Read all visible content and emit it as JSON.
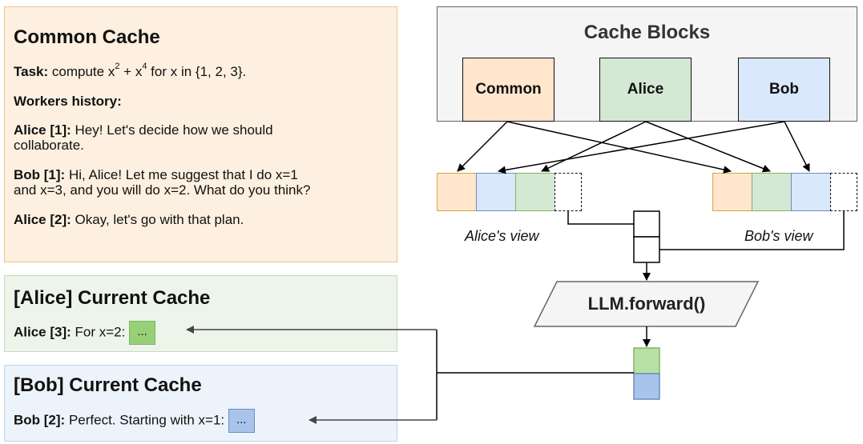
{
  "common": {
    "title": "Common Cache",
    "task_label": "Task:",
    "task_pre": "compute x",
    "task_exp1": "2",
    "task_mid": " + x",
    "task_exp2": "4",
    "task_post": " for x in {1, 2, 3}.",
    "history_title": "Workers history:",
    "messages": [
      {
        "speaker": "Alice [1]:",
        "text": "Hey! Let's decide how we should",
        "text2": "collaborate."
      },
      {
        "speaker": "Bob [1]:",
        "text": "Hi, Alice! Let me suggest that I do x=1",
        "text2": "and x=3, and you will do x=2. What do you think?"
      },
      {
        "speaker": "Alice [2]:",
        "text": "Okay, let's go with that plan."
      }
    ]
  },
  "alice_cache": {
    "title": "[Alice] Current Cache",
    "speaker": "Alice [3]:",
    "text": "For x=2:",
    "token": "..."
  },
  "bob_cache": {
    "title": "[Bob] Current Cache",
    "speaker": "Bob [2]:",
    "text": "Perfect. Starting with x=1:",
    "token": "..."
  },
  "blocks": {
    "title": "Cache Blocks",
    "items": [
      "Common",
      "Alice",
      "Bob"
    ]
  },
  "views": {
    "alice": "Alice's view",
    "bob": "Bob's view"
  },
  "llm": "LLM.forward()"
}
